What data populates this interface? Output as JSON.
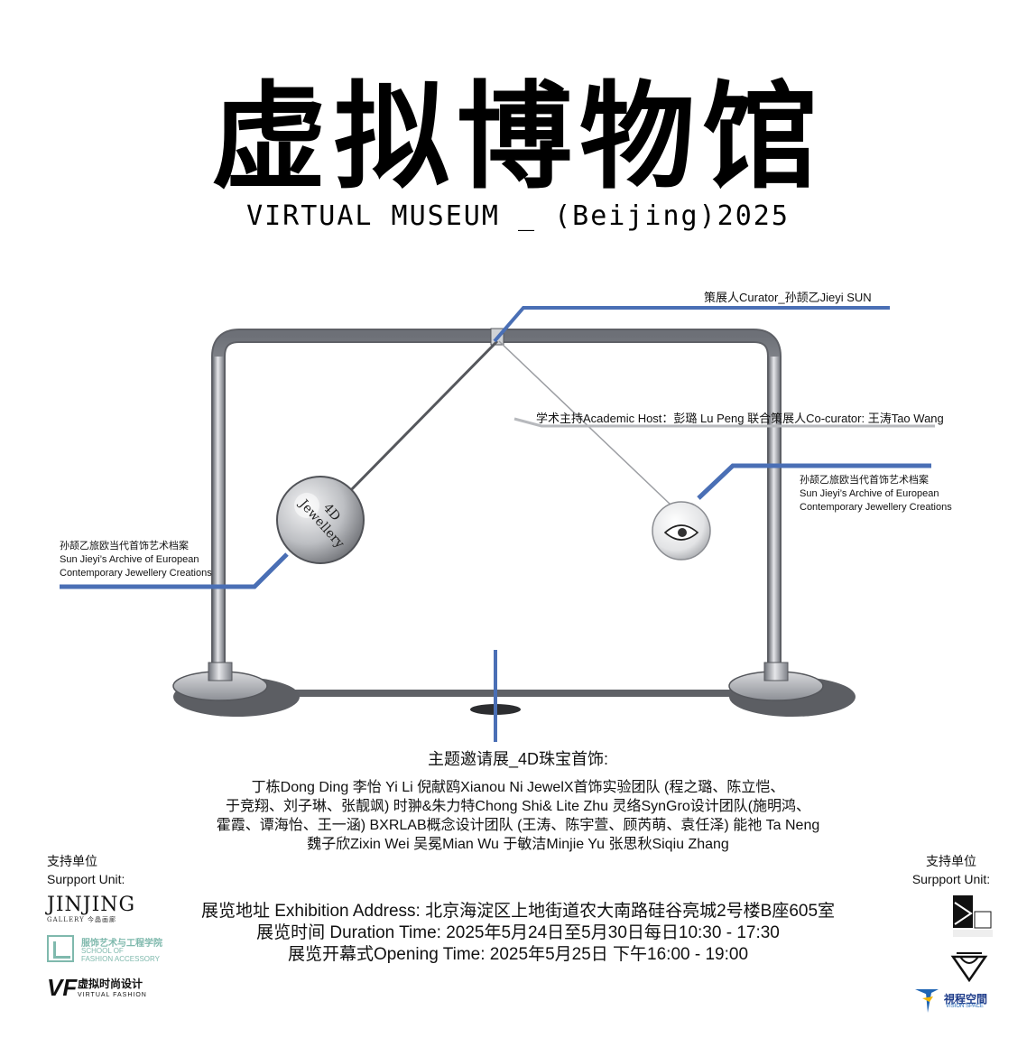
{
  "title": {
    "chinese": "虚拟博物馆",
    "english": "VIRTUAL MUSEUM _ (Beijing)2025"
  },
  "labels": {
    "curator": "策展人Curator_孙颉乙Jieyi SUN",
    "academic": "学术主持Academic Host：彭璐 Lu Peng  联合策展人Co-curator: 王涛Tao Wang",
    "archive_right": {
      "line1": "孙颉乙旅欧当代首饰艺术档案",
      "line2": "Sun Jieyi’s Archive of European",
      "line3": "Contemporary Jewellery Creations"
    },
    "archive_left": {
      "line1": "孙颉乙旅欧当代首饰艺术档案",
      "line2": "Sun Jieyi’s Archive of European",
      "line3": "Contemporary Jewellery Creations"
    }
  },
  "sphere_text": {
    "line1": "4D",
    "line2": "Jewellery"
  },
  "theme": {
    "title": "主题邀请展_4D珠宝首饰:",
    "lines": [
      "丁栋Dong Ding  李怡 Yi Li  倪献鸥Xianou Ni   JewelX首饰实验团队 (程之璐、陈立恺、",
      "于竞翔、刘子琳、张靓飒)  时翀&朱力特Chong Shi& Lite Zhu   灵络SynGro设计团队(施明鸿、",
      "霍霞、谭海怡、王一涵)  BXRLAB概念设计团队 (王涛、陈宇萱、顾芮萌、袁任泽)  能祂 Ta Neng",
      "魏子欣Zixin Wei  吴冕Mian Wu 于敏洁Minjie Yu  张思秋Siqiu Zhang"
    ]
  },
  "exhibition": {
    "address": "展览地址 Exhibition Address: 北京海淀区上地街道农大南路硅谷亮城2号楼B座605室",
    "duration": "展览时间 Duration Time: 2025年5月24日至5月30日每日10:30 - 17:30",
    "opening": "展览开幕式Opening Time: 2025年5月25日 下午16:00 - 19:00"
  },
  "support_left": {
    "heading_zh": "支持单位",
    "heading_en": "Surpport Unit:",
    "logos": {
      "jinjing_main": "JINJING",
      "jinjing_sub": "GALLERY 今晶画廊",
      "school_zh": "服饰艺术与工程学院",
      "school_en1": "SCHOOL OF",
      "school_en2": "FASHION ACCESSORY",
      "vf_mark": "VF",
      "vf_zh": "虚拟时尚设计",
      "vf_en": "VIRTUAL FASHION"
    }
  },
  "support_right": {
    "heading_zh": "支持单位",
    "heading_en": "Surpport Unit:",
    "logos": {
      "vision_zh": "視程空間",
      "vision_en": "VISION SPACE"
    }
  },
  "colors": {
    "accent_blue": "#4a6fb5",
    "frame": "#9a9da3",
    "text": "#111111"
  }
}
